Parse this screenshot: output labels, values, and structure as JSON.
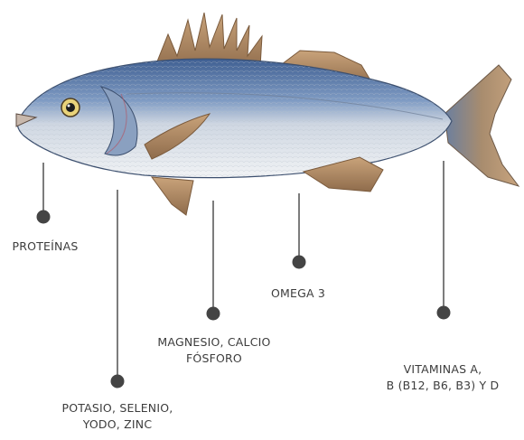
{
  "illustration": {
    "subject": "fish-illustration"
  },
  "nutrients": [
    {
      "id": "proteins",
      "lines": [
        "PROTEÍNAS"
      ]
    },
    {
      "id": "minerals",
      "lines": [
        "POTASIO, SELENIO,",
        "YODO, ZINC"
      ]
    },
    {
      "id": "magnesium",
      "lines": [
        "MAGNESIO, CALCIO",
        "FÓSFORO"
      ]
    },
    {
      "id": "omega",
      "lines": [
        "OMEGA 3"
      ]
    },
    {
      "id": "vitamins",
      "lines": [
        "VITAMINAS A,",
        "B (B12, B6, B3) Y D"
      ]
    }
  ],
  "colors": {
    "connector": "#444444",
    "text": "#3d3d3d",
    "fish_back": "#5f7ca8",
    "fish_belly": "#e9ecef",
    "fins": "#b08a62"
  }
}
